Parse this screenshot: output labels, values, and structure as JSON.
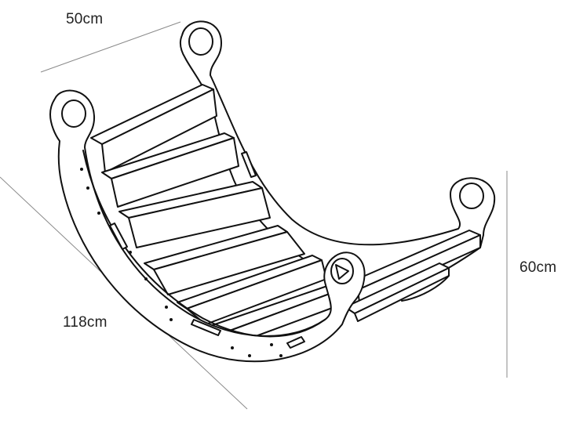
{
  "dimensions": {
    "depth": "50cm",
    "length": "118cm",
    "height": "60cm"
  },
  "colors": {
    "outline": "#111111",
    "dimension_line": "#8a8a8a",
    "background": "#ffffff"
  }
}
